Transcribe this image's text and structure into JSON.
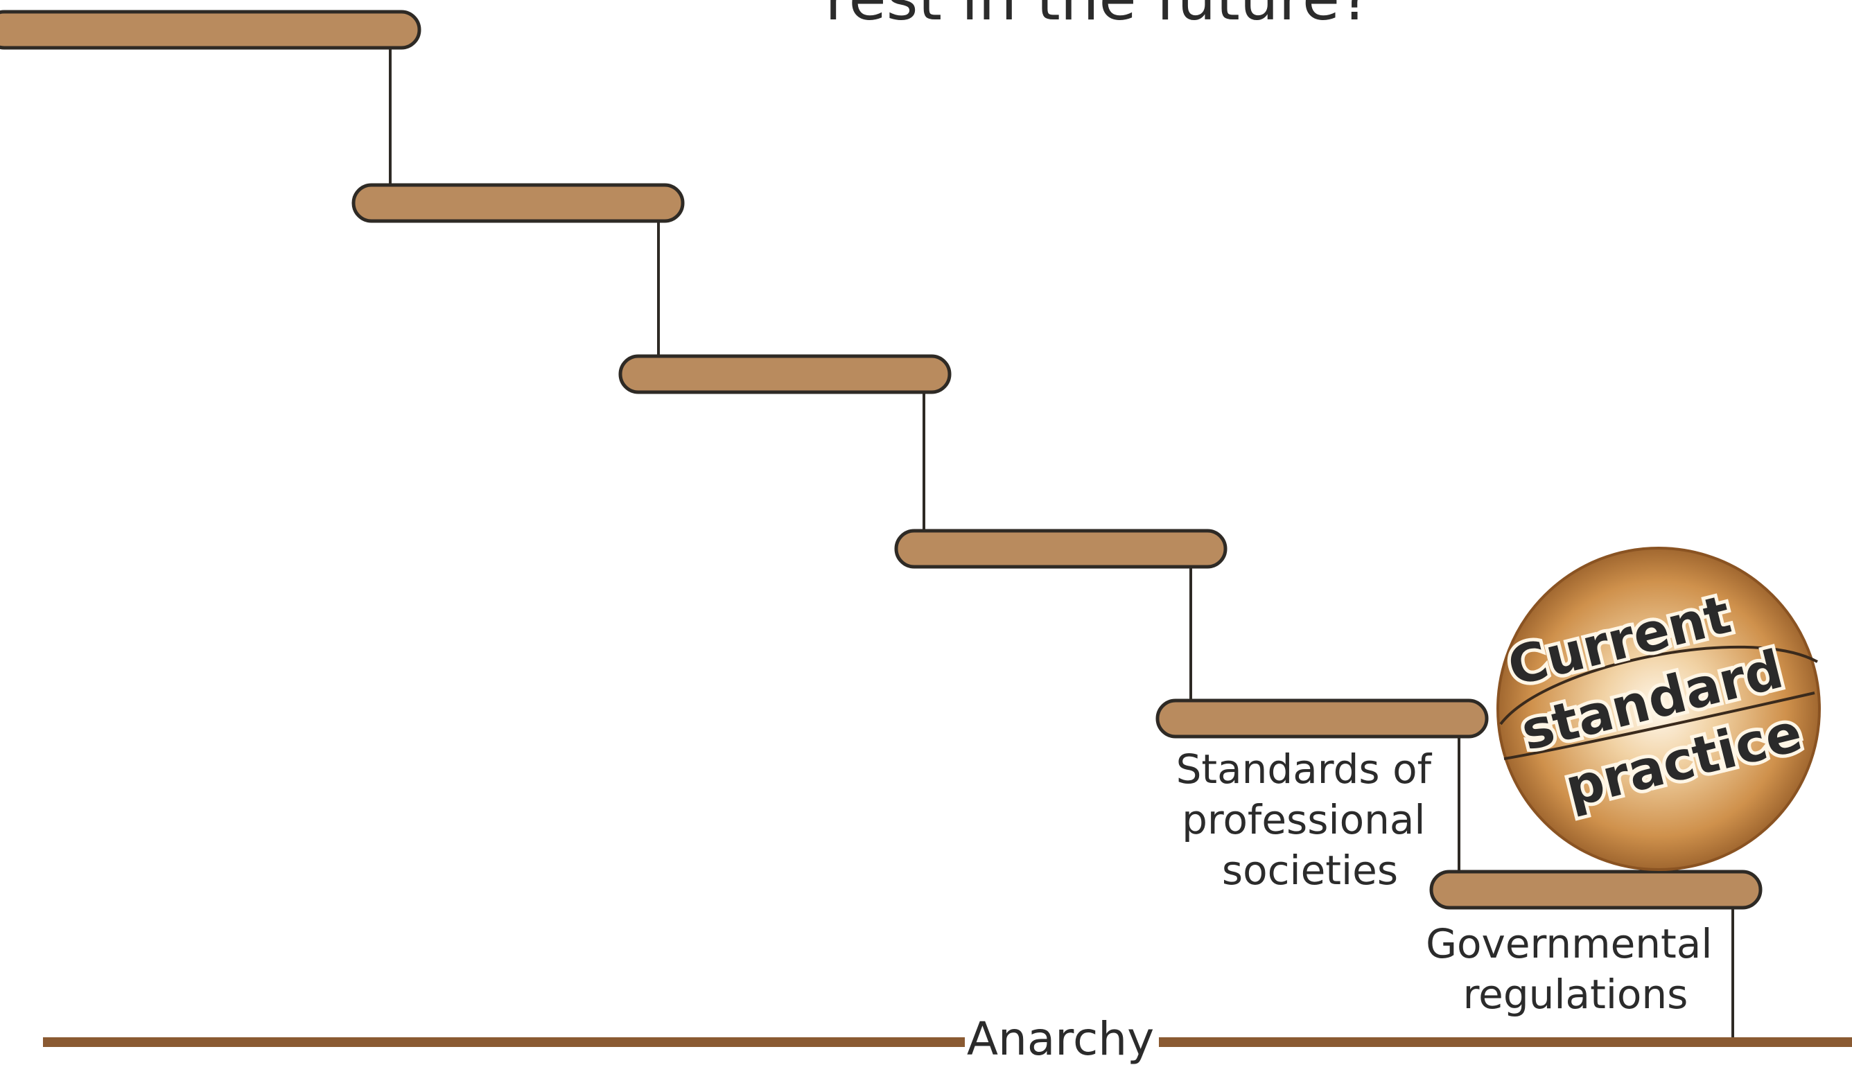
{
  "title_fragment": "rest in the future?",
  "steps": [
    {
      "label_lines": []
    },
    {
      "label_lines": []
    },
    {
      "label_lines": []
    },
    {
      "label_lines": []
    },
    {
      "label_lines": [
        "Standards of",
        "professional",
        "societies"
      ]
    },
    {
      "label_lines": [
        "Governmental",
        "regulations"
      ]
    }
  ],
  "ball": {
    "lines": [
      "Current",
      "standard",
      "practice"
    ]
  },
  "baseline": {
    "label": "Anarchy"
  },
  "colors": {
    "step_fill": "#b98b5e",
    "step_stroke": "#2e2a25",
    "riser": "#2e2a25",
    "baseline": "#8a5a32",
    "ball_light": "#fbe8c9",
    "ball_mid": "#d29a57",
    "ball_dark": "#8a5322"
  }
}
